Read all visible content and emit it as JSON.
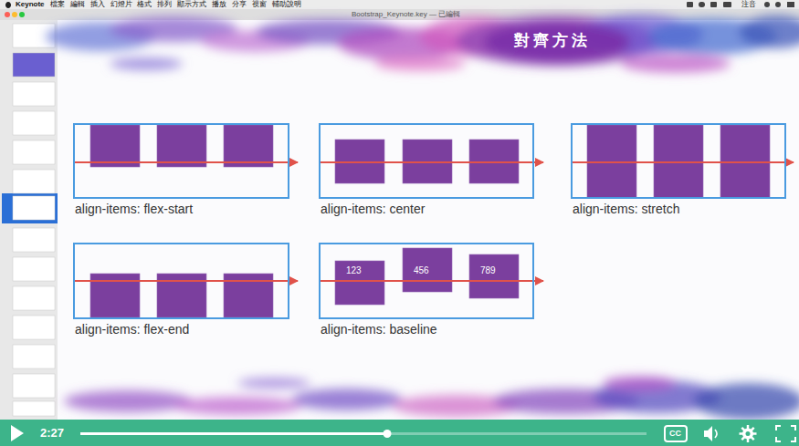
{
  "diagram": {
    "title": "對齊方法",
    "nodes": [
      {
        "text": [
          "align-items: flex-start"
        ]
      },
      {
        "text": [
          "align-items: center"
        ]
      },
      {
        "text": [
          "align-items: stretch"
        ]
      },
      {
        "text": [
          "align-items: flex-end"
        ]
      },
      {
        "text": [
          "align-items: baseline"
        ]
      },
      {
        "text": [
          "123"
        ],
        "in": 4
      },
      {
        "text": [
          "456"
        ],
        "in": 4
      },
      {
        "text": [
          "789"
        ],
        "in": 4
      }
    ],
    "labels": [
      "Keynote",
      "檔案",
      "編輯",
      "插入",
      "幻燈片",
      "格式",
      "排列",
      "顯示方式",
      "播放",
      "分享",
      "視窗",
      "輔助說明",
      "注音",
      "Bootstrap_Keynote.key — 已編輯",
      "2:27",
      "CC"
    ]
  }
}
